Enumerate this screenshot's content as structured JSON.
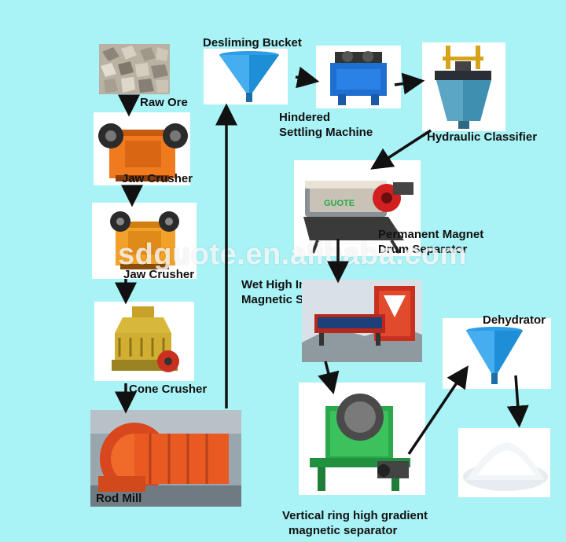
{
  "watermark": "sdguote.en.alibaba.com",
  "steps": {
    "raw_ore": "Raw Ore",
    "jaw_crusher_1": "Jaw Crusher",
    "jaw_crusher_2": "Jaw Crusher",
    "cone_crusher": "Cone Crusher",
    "rod_mill": "Rod Mill",
    "desliming_bucket": "Desliming Bucket",
    "hindered_line1": "Hindered",
    "hindered_line2": "Settling Machine",
    "hydraulic_classifier": "Hydraulic Classifier",
    "permanent_line1": "Permanent Magnet",
    "permanent_line2": "Drum Separator",
    "whims_line1": "Wet High Intensity",
    "whims_line2": "Magnetic Separator",
    "vertical_line1": "Vertical ring high gradient",
    "vertical_line2": "magnetic separator",
    "dehydrator": "Dehydrator"
  },
  "machine_texts": {
    "drum_brand": "GUOTE"
  },
  "colors": {
    "background": "#a9f2f6",
    "arrow": "#111111",
    "crusher_orange": "#f07a1e",
    "cone_yellow": "#d8b83a",
    "bucket_blue": "#1e8fd6",
    "separator_green": "#2aa84a",
    "whims_red": "#c9301f"
  }
}
